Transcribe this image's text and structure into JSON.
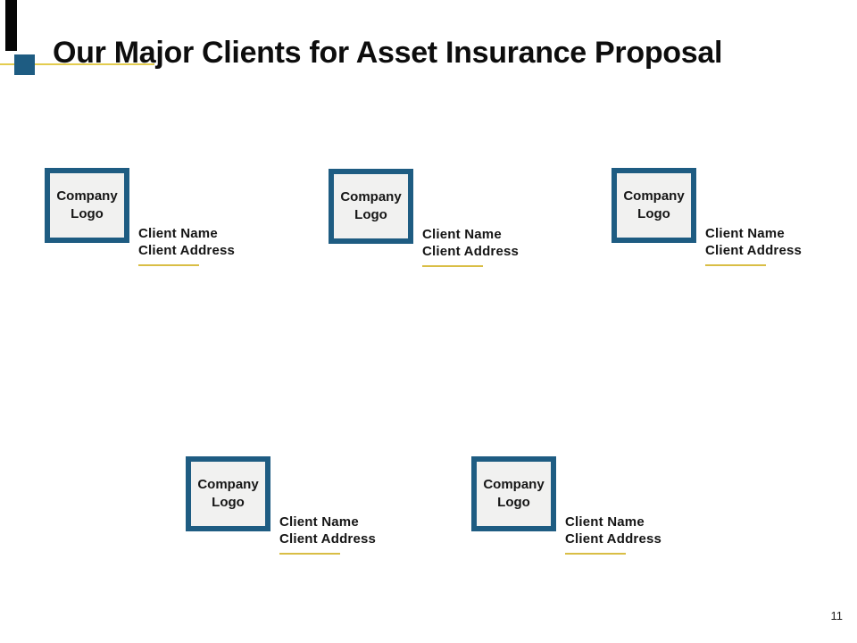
{
  "slide": {
    "title": "Our Major Clients for Asset Insurance Proposal",
    "page_number": "11"
  },
  "colors": {
    "accent_blue": "#1E5C82",
    "gold": "#D9BE45",
    "gold_light": "#E3CC4E",
    "logo_box_fill": "#F1F1F0",
    "accent_bar_black": "#060606"
  },
  "clients": [
    {
      "logo_label": "Company Logo",
      "name": "Client Name",
      "address": "Client Address"
    },
    {
      "logo_label": "Company Logo",
      "name": "Client Name",
      "address": "Client Address"
    },
    {
      "logo_label": "Company Logo",
      "name": "Client Name",
      "address": "Client Address"
    },
    {
      "logo_label": "Company Logo",
      "name": "Client Name",
      "address": "Client Address"
    },
    {
      "logo_label": "Company Logo",
      "name": "Client Name",
      "address": "Client Address"
    }
  ]
}
